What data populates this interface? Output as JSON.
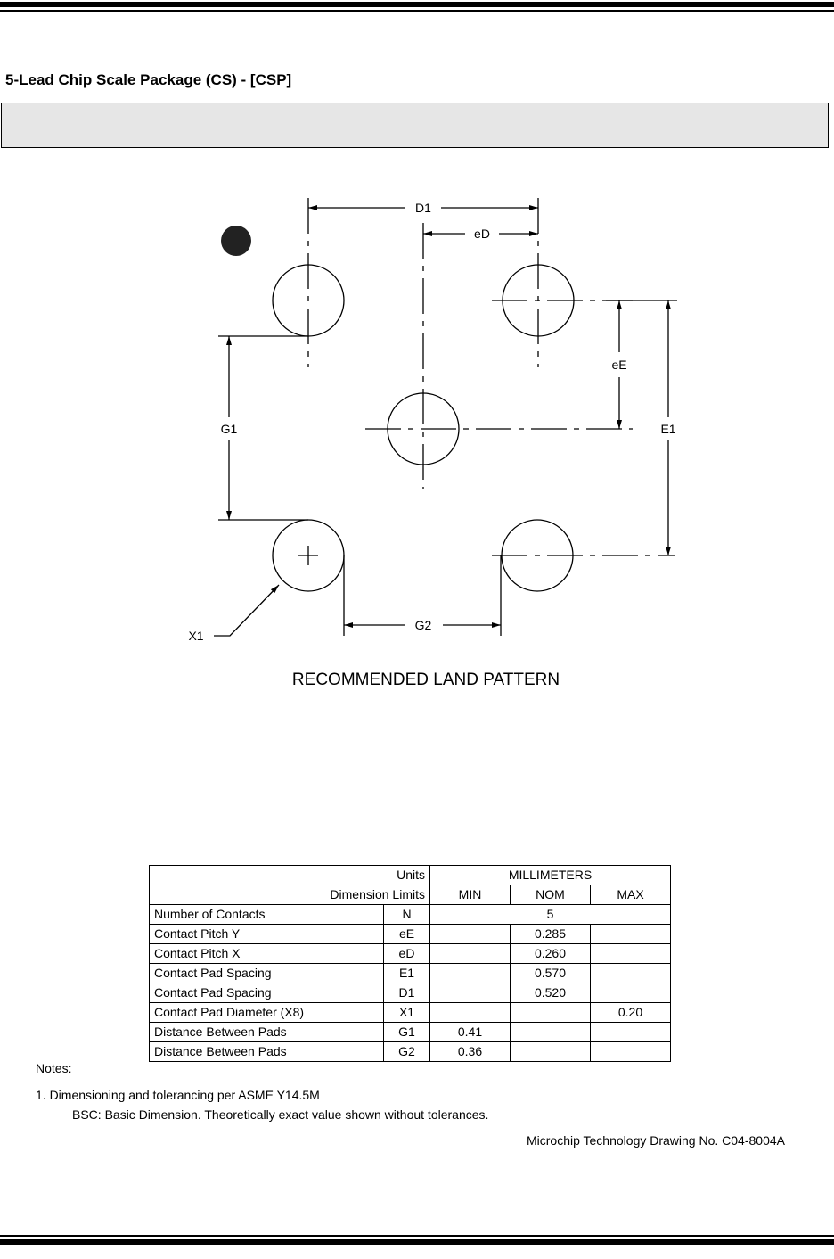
{
  "title": "5-Lead Chip Scale Package (CS) -  [CSP]",
  "drawing": {
    "caption": "RECOMMENDED LAND PATTERN",
    "labels": {
      "D1": "D1",
      "eD": "eD",
      "eE": "eE",
      "E1": "E1",
      "G1": "G1",
      "G2": "G2",
      "X1": "X1"
    }
  },
  "table": {
    "units_label": "Units",
    "units_value": "MILLIMETERS",
    "limits_label": "Dimension Limits",
    "columns": [
      "MIN",
      "NOM",
      "MAX"
    ],
    "rows": [
      {
        "name": "Number of Contacts",
        "sym": "N",
        "span": "5"
      },
      {
        "name": "Contact Pitch Y",
        "sym": "eE",
        "min": "",
        "nom": "0.285",
        "max": ""
      },
      {
        "name": "Contact Pitch X",
        "sym": "eD",
        "min": "",
        "nom": "0.260",
        "max": ""
      },
      {
        "name": "Contact Pad Spacing",
        "sym": "E1",
        "min": "",
        "nom": "0.570",
        "max": ""
      },
      {
        "name": "Contact Pad Spacing",
        "sym": "D1",
        "min": "",
        "nom": "0.520",
        "max": ""
      },
      {
        "name": "Contact Pad Diameter (X8)",
        "sym": "X1",
        "min": "",
        "nom": "",
        "max": "0.20"
      },
      {
        "name": "Distance Between Pads",
        "sym": "G1",
        "min": "0.41",
        "nom": "",
        "max": ""
      },
      {
        "name": "Distance Between Pads",
        "sym": "G2",
        "min": "0.36",
        "nom": "",
        "max": ""
      }
    ]
  },
  "notes": {
    "heading": "Notes:",
    "note1": "1. Dimensioning and tolerancing per ASME Y14.5M",
    "bsc": "BSC: Basic Dimension. Theoretically exact value shown without tolerances.",
    "drawing_no": "Microchip Technology Drawing No. C04-8004A"
  }
}
